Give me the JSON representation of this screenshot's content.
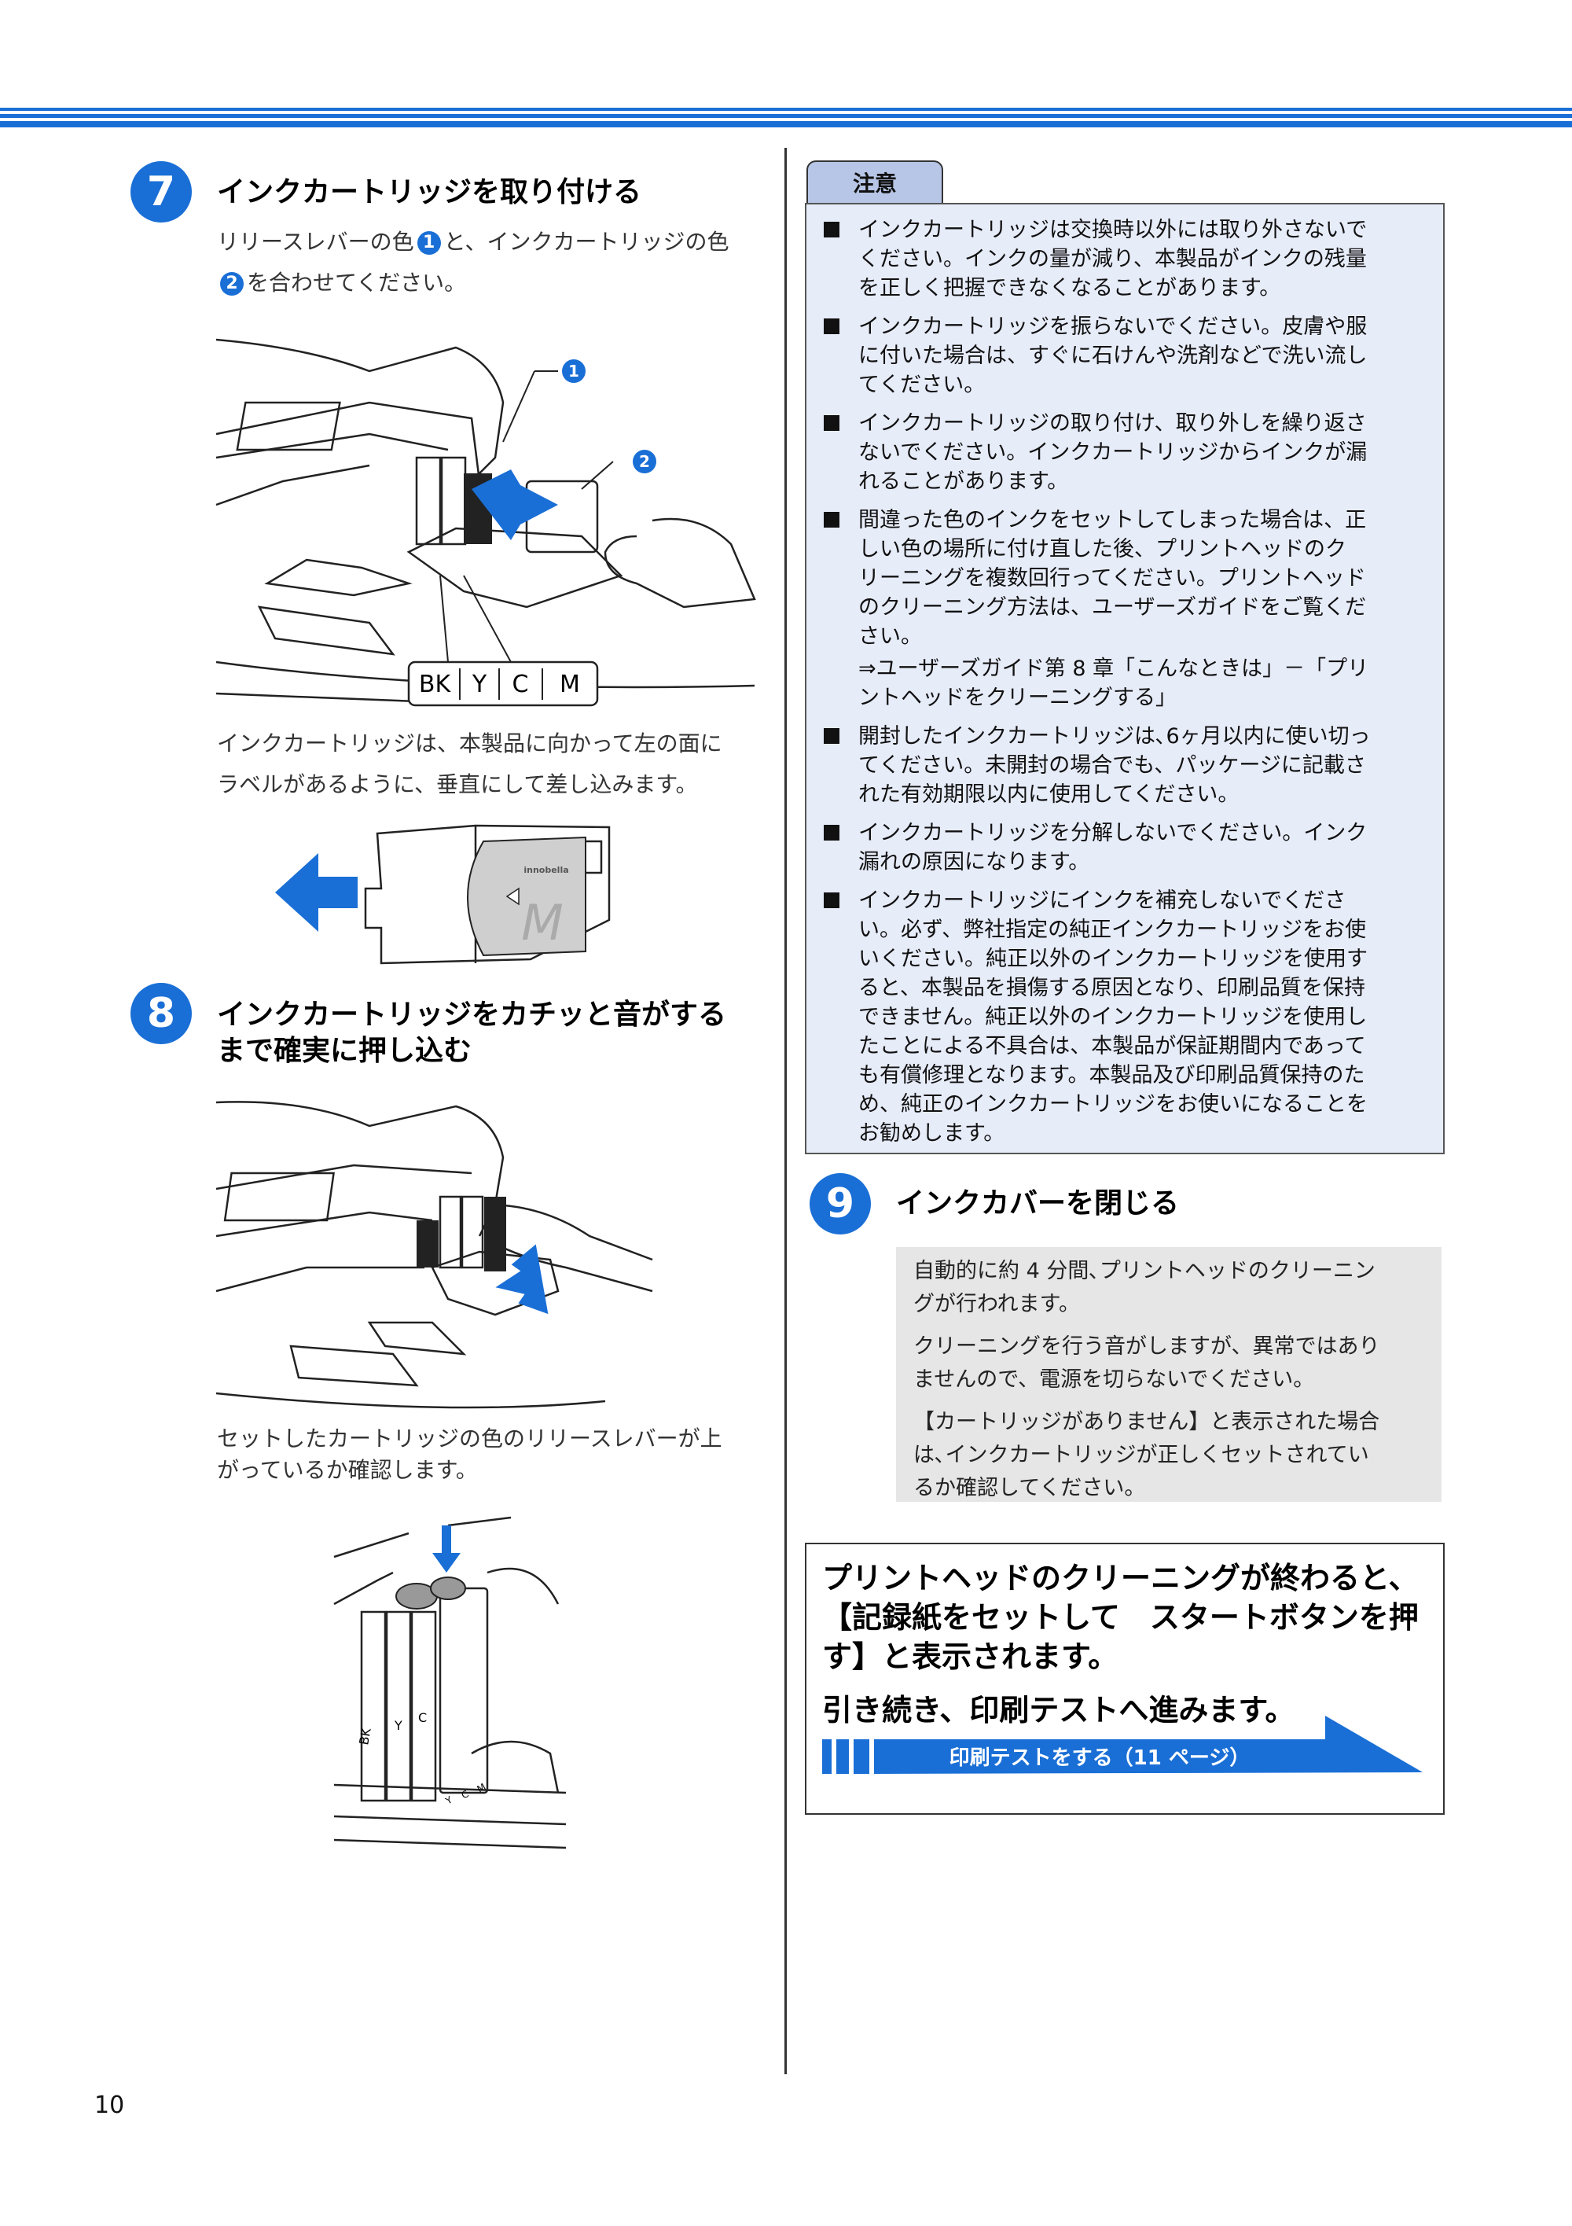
{
  "page_number": "10",
  "step7": {
    "number": "7",
    "title": "インクカートリッジを取り付ける",
    "desc_part1": "リリースレバーの色",
    "desc_part2": "と、インクカートリッジの色",
    "desc_part3": "を合わせてください。",
    "marker1": "1",
    "marker2": "2",
    "callout1": "1",
    "callout2": "2",
    "color_labels": [
      "BK",
      "Y",
      "C",
      "M"
    ],
    "note_line1": "インクカートリッジは、本製品に向かって左の面に",
    "note_line2": "ラベルがあるように、垂直にして差し込みます。",
    "cartridge_label_brand": "innobella",
    "cartridge_label_color": "M"
  },
  "step8": {
    "number": "8",
    "title_line1": "インクカートリッジをカチッと音がする",
    "title_line2": "まで確実に押し込む",
    "note_line1": "セットしたカートリッジの色のリリースレバーが上",
    "note_line2": "がっているか確認します。",
    "cartridge_letters": [
      "BK",
      "Y",
      "C"
    ],
    "slot_letters": [
      "Y",
      "C",
      "M"
    ]
  },
  "caution": {
    "tab": "注意",
    "items": [
      [
        "インクカートリッジは交換時以外には取り外さないで",
        "ください。インクの量が減り、本製品がインクの残量",
        "を正しく把握できなくなることがあります。"
      ],
      [
        "インクカートリッジを振らないでください。皮膚や服",
        "に付いた場合は、すぐに石けんや洗剤などで洗い流し",
        "てください。"
      ],
      [
        "インクカートリッジの取り付け、取り外しを繰り返さ",
        "ないでください。インクカートリッジからインクが漏",
        "れることがあります。"
      ],
      [
        "間違った色のインクをセットしてしまった場合は、正",
        "しい色の場所に付け直した後、プリントヘッドのク",
        "リーニングを複数回行ってください。プリントヘッド",
        "のクリーニング方法は、ユーザーズガイドをご覧くだ",
        "さい。"
      ],
      [
        "開封したインクカートリッジは､6ヶ月以内に使い切っ",
        "てください。未開封の場合でも、パッケージに記載さ",
        "れた有効期限以内に使用してください。"
      ],
      [
        "インクカートリッジを分解しないでください。インク",
        "漏れの原因になります。"
      ],
      [
        "インクカートリッジにインクを補充しないでくださ",
        "い。必ず、弊社指定の純正インクカートリッジをお使",
        "いください。純正以外のインクカートリッジを使用す",
        "ると、本製品を損傷する原因となり、印刷品質を保持",
        "できません。純正以外のインクカートリッジを使用し",
        "たことによる不具合は、本製品が保証期間内であって",
        "も有償修理となります。本製品及び印刷品質保持のた",
        "め、純正のインクカートリッジをお使いになることを",
        "お勧めします。"
      ]
    ],
    "ref_line1": "⇒ユーザーズガイド第 8 章「こんなときは」－「プリ",
    "ref_line2": "ントヘッドをクリーニングする」"
  },
  "step9": {
    "number": "9",
    "title": "インクカバーを閉じる",
    "paras": [
      [
        "自動的に約 4 分間､プリントヘッドのクリーニン",
        "グが行われます。"
      ],
      [
        "クリーニングを行う音がしますが、異常ではあり",
        "ませんので、電源を切らないでください。"
      ],
      [
        "【カートリッジがありません】と表示された場合",
        "は､インクカートリッジが正しくセットされてい",
        "るか確認してください。"
      ]
    ]
  },
  "result": {
    "line1": "プリントヘッドのクリーニングが終わると、",
    "line2": "【記録紙をセットして　スタートボタンを押",
    "line3": "す】と表示されます。",
    "line4": "引き続き、印刷テストへ進みます。",
    "nav_label": "印刷テストをする（11 ページ）"
  },
  "colors": {
    "accent": "#1a6fd6",
    "caution_bg": "#e7ecf9",
    "caution_tab": "#b7c6e6",
    "gray_box": "#e6e6e6"
  }
}
